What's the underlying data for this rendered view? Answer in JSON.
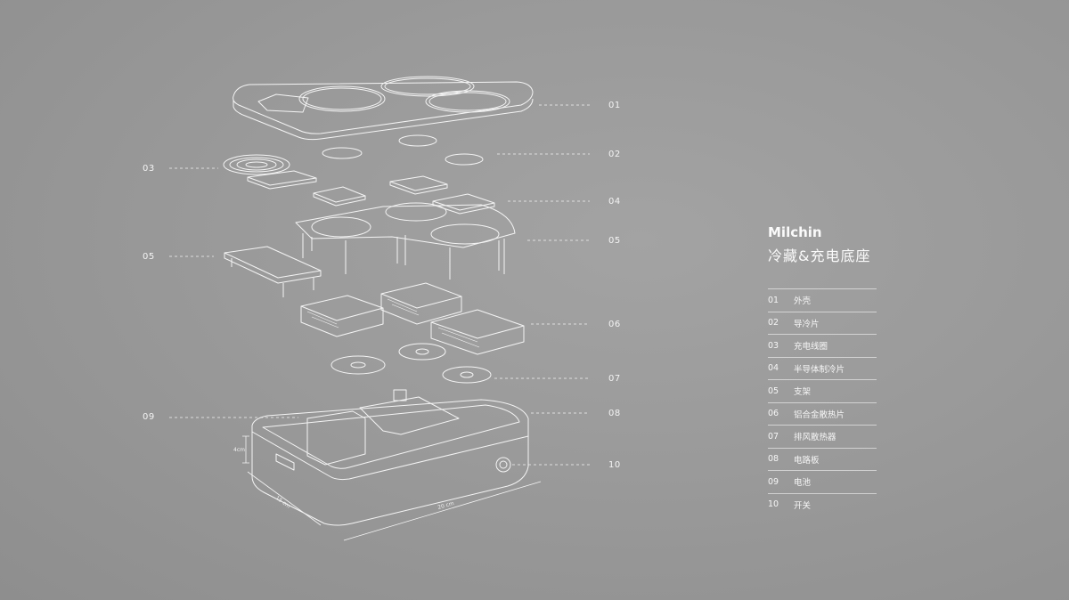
{
  "brand": "Milchin",
  "subtitle": "冷藏&充电底座",
  "callouts": {
    "left": [
      "03",
      "05",
      "09"
    ],
    "right": [
      "01",
      "02",
      "04",
      "05",
      "06",
      "07",
      "08",
      "10"
    ]
  },
  "dimensions": {
    "height": "4cm",
    "depth": "15 cm",
    "width": "20 cm"
  },
  "parts": [
    {
      "num": "01",
      "label": "外壳"
    },
    {
      "num": "02",
      "label": "导冷片"
    },
    {
      "num": "03",
      "label": "充电线圈"
    },
    {
      "num": "04",
      "label": "半导体制冷片"
    },
    {
      "num": "05",
      "label": "支架"
    },
    {
      "num": "06",
      "label": "铝合金散热片"
    },
    {
      "num": "07",
      "label": "排风散热器"
    },
    {
      "num": "08",
      "label": "电路板"
    },
    {
      "num": "09",
      "label": "电池"
    },
    {
      "num": "10",
      "label": "开关"
    }
  ]
}
